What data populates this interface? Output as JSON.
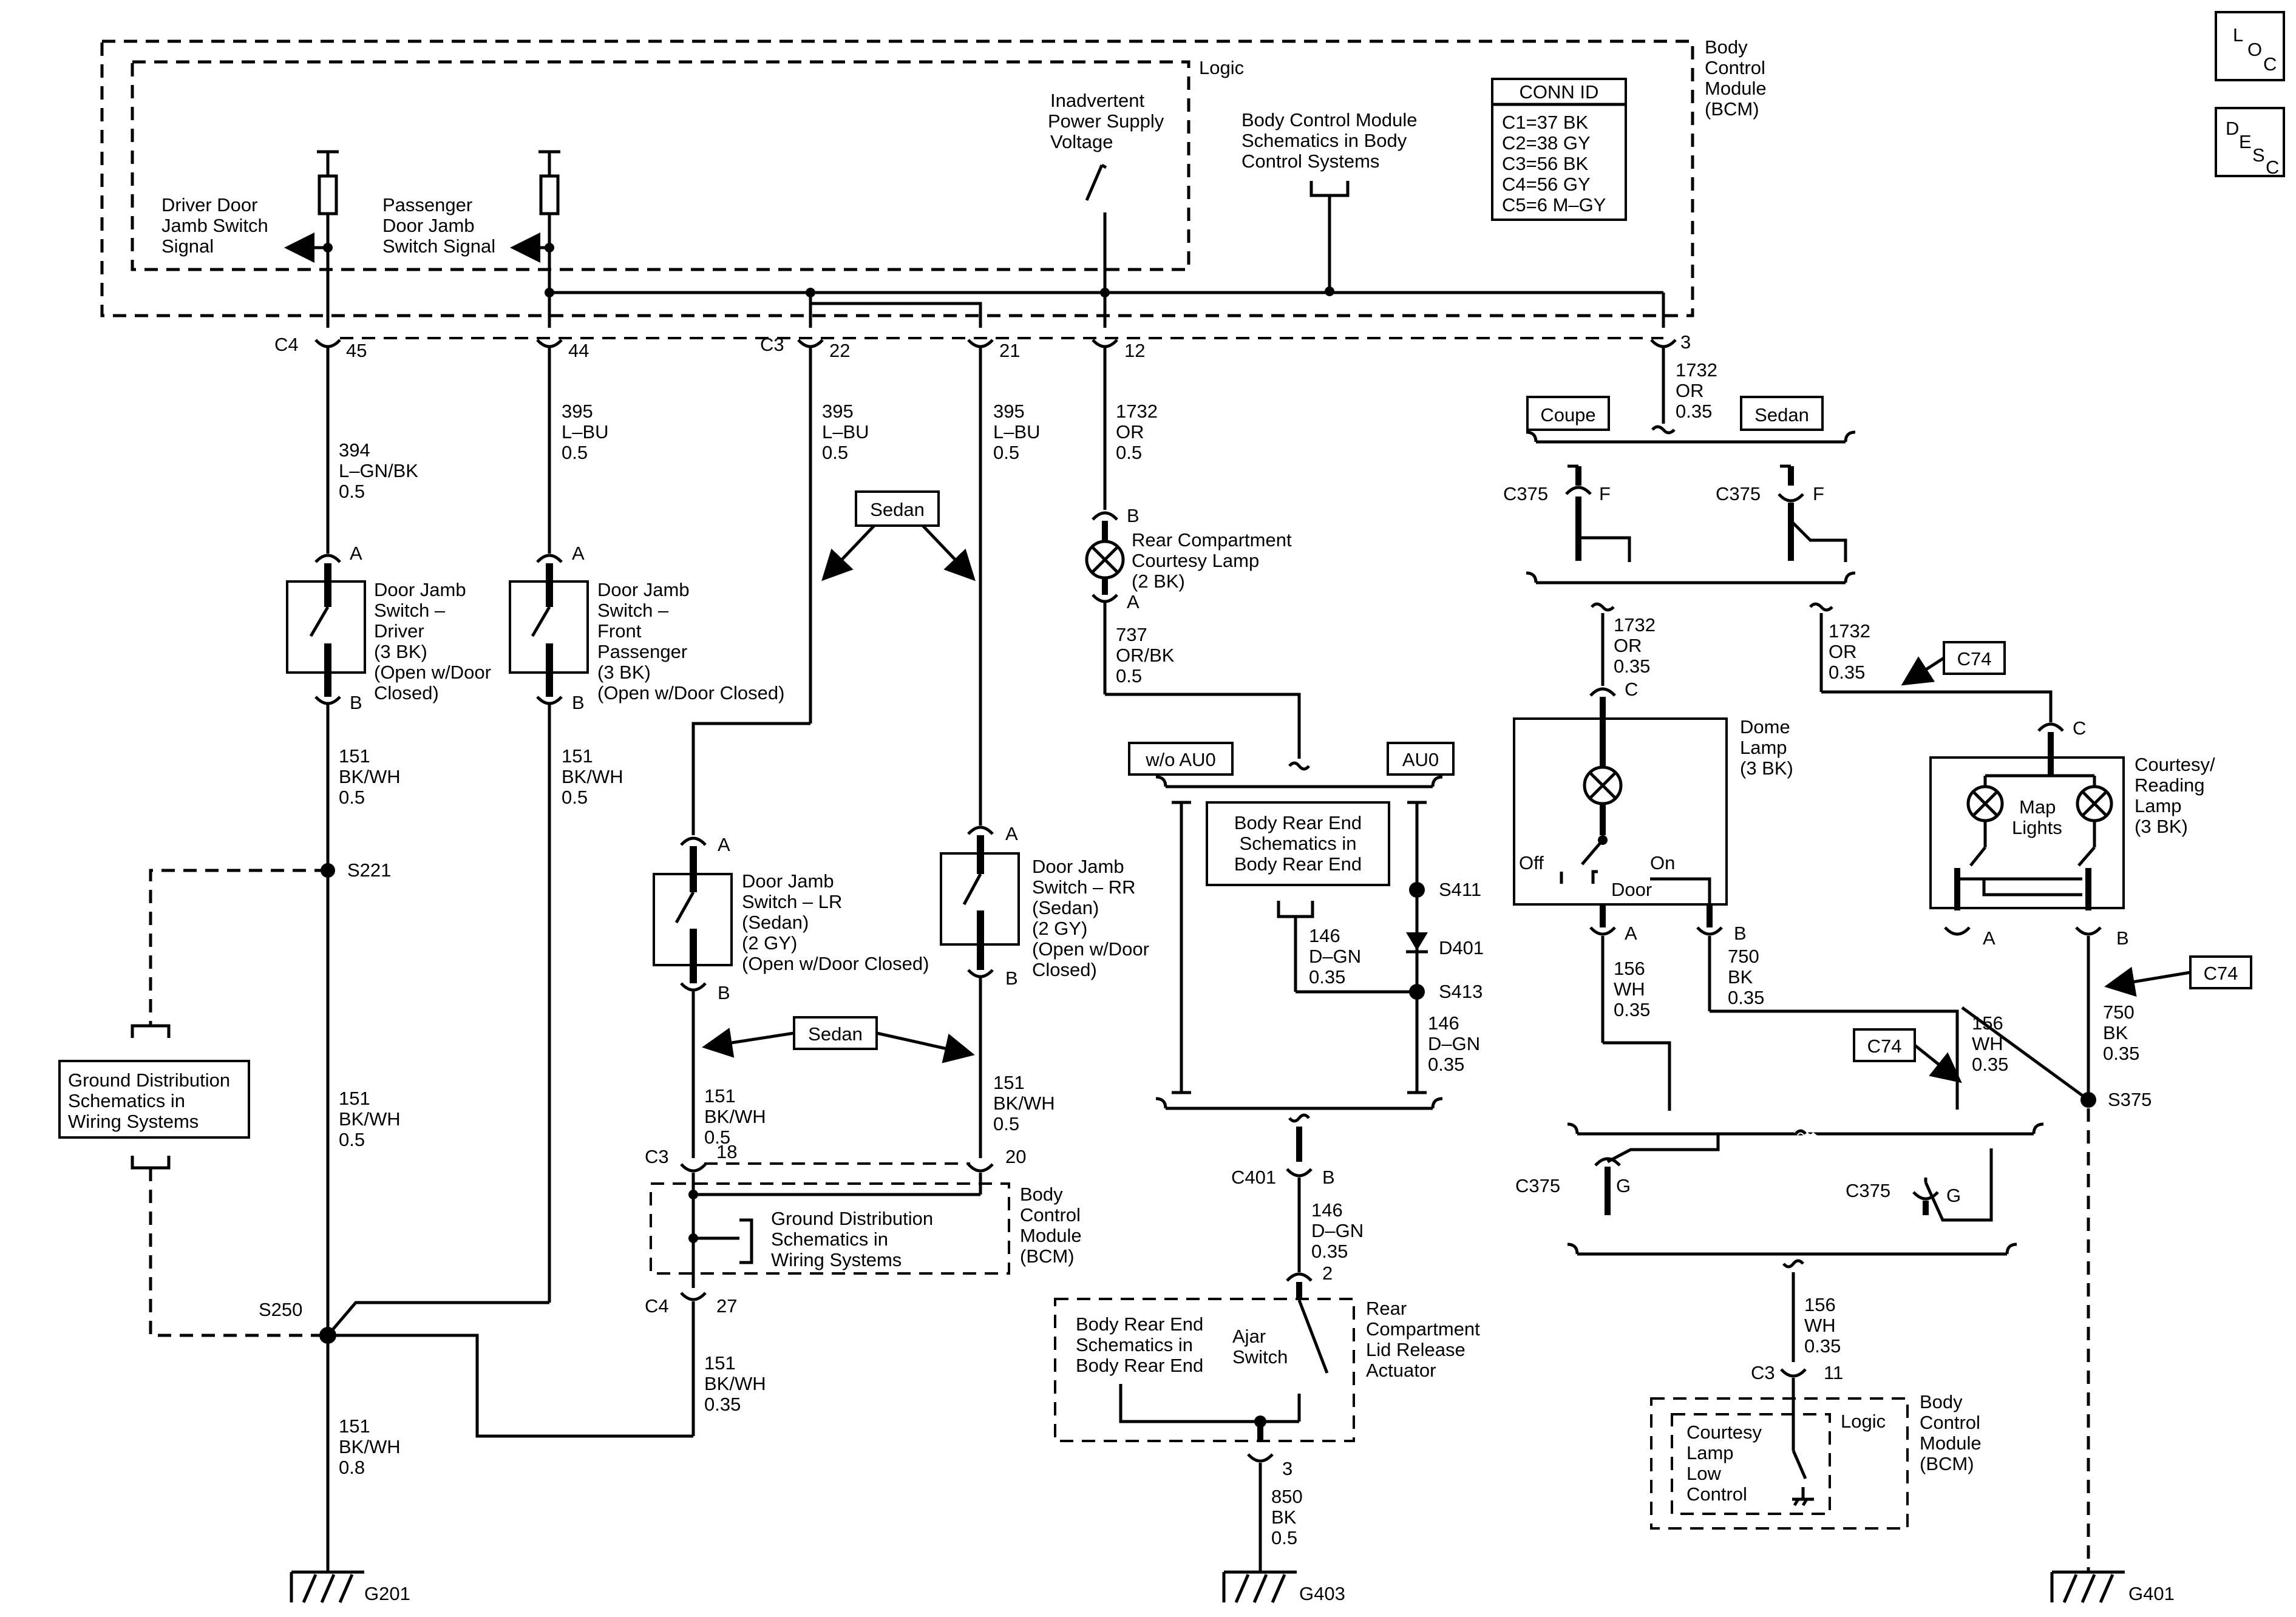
{
  "bcm_top": {
    "label": [
      "Body",
      "Control",
      "Module",
      "(BCM)"
    ],
    "logic": "Logic",
    "driver_signal": [
      "Driver Door",
      "Jamb Switch",
      "Signal"
    ],
    "passenger_signal": [
      "Passenger",
      "Door Jamb",
      "Switch Signal"
    ],
    "inadvertent": [
      "Inadvertent",
      "Power Supply",
      "Voltage"
    ],
    "schematics": [
      "Body Control Module",
      "Schematics in Body",
      "Control Systems"
    ],
    "conn_id": {
      "title": "CONN ID",
      "rows": [
        "C1=37 BK",
        "C2=38 GY",
        "C3=56 BK",
        "C4=56 GY",
        "C5=6 M–GY"
      ]
    }
  },
  "legend_icons": {
    "loc": [
      "L",
      "O",
      "C"
    ],
    "desc": [
      "D",
      "E",
      "S",
      "C"
    ]
  },
  "connectors": {
    "c4": "C4",
    "c3": "C3",
    "pins": [
      "45",
      "44",
      "22",
      "21",
      "12",
      "3"
    ]
  },
  "wires": {
    "w394": [
      "394",
      "L–GN/BK",
      "0.5"
    ],
    "w395a": [
      "395",
      "L–BU",
      "0.5"
    ],
    "w395b": [
      "395",
      "L–BU",
      "0.5"
    ],
    "w395c": [
      "395",
      "L–BU",
      "0.5"
    ],
    "w1732a": [
      "1732",
      "OR",
      "0.5"
    ],
    "w1732b": [
      "1732",
      "OR",
      "0.35"
    ],
    "w151a": [
      "151",
      "BK/WH",
      "0.5"
    ],
    "w151b": [
      "151",
      "BK/WH",
      "0.5"
    ],
    "w151c": [
      "151",
      "BK/WH",
      "0.5"
    ],
    "w151d": [
      "151",
      "BK/WH",
      "0.5"
    ],
    "w151e": [
      "151",
      "BK/WH",
      "0.5"
    ],
    "w151f": [
      "151",
      "BK/WH",
      "0.35"
    ],
    "w151g": [
      "151",
      "BK/WH",
      "0.8"
    ],
    "w737": [
      "737",
      "OR/BK",
      "0.5"
    ],
    "w146a": [
      "146",
      "D–GN",
      "0.35"
    ],
    "w146b": [
      "146",
      "D–GN",
      "0.35"
    ],
    "w146c": [
      "146",
      "D–GN",
      "0.35"
    ],
    "w850": [
      "850",
      "BK",
      "0.5"
    ],
    "w1732c": [
      "1732",
      "OR",
      "0.35"
    ],
    "w1732d": [
      "1732",
      "OR",
      "0.35"
    ],
    "w156a": [
      "156",
      "WH",
      "0.35"
    ],
    "w156b": [
      "156",
      "WH",
      "0.35"
    ],
    "w156c": [
      "156",
      "WH",
      "0.35"
    ],
    "w750a": [
      "750",
      "BK",
      "0.35"
    ],
    "w750b": [
      "750",
      "BK",
      "0.35"
    ]
  },
  "components": {
    "dj_driver": [
      "Door Jamb",
      "Switch –",
      "Driver",
      "(3 BK)",
      "(Open w/Door",
      "Closed)"
    ],
    "dj_pass": [
      "Door Jamb",
      "Switch –",
      "Front",
      "Passenger",
      "(3 BK)",
      "(Open w/Door Closed)"
    ],
    "dj_lr": [
      "Door Jamb",
      "Switch – LR",
      "(Sedan)",
      "(2 GY)",
      "(Open w/Door Closed)"
    ],
    "dj_rr": [
      "Door Jamb",
      "Switch – RR",
      "(Sedan)",
      "(2 GY)",
      "(Open w/Door",
      "Closed)"
    ],
    "rear_lamp": [
      "Rear Compartment",
      "Courtesy Lamp",
      "(2 BK)"
    ],
    "ground_dist_left": [
      "Ground Distribution",
      "Schematics in",
      "Wiring Systems"
    ],
    "ground_dist_mid": [
      "Ground Distribution",
      "Schematics in",
      "Wiring Systems"
    ],
    "bcm_mid": [
      "Body",
      "Control",
      "Module",
      "(BCM)"
    ],
    "body_rear_end_1": [
      "Body Rear End",
      "Schematics in",
      "Body Rear End"
    ],
    "body_rear_end_2": [
      "Body Rear End",
      "Schematics in",
      "Body Rear End"
    ],
    "ajar_switch": [
      "Ajar",
      "Switch"
    ],
    "rear_lid": [
      "Rear",
      "Compartment",
      "Lid Release",
      "Actuator"
    ],
    "dome_lamp": [
      "Dome",
      "Lamp",
      "(3 BK)"
    ],
    "dome_off": "Off",
    "dome_on": "On",
    "dome_door": "Door",
    "courtesy_lamp": [
      "Courtesy/",
      "Reading",
      "Lamp",
      "(3 BK)"
    ],
    "map_lights": [
      "Map",
      "Lights"
    ],
    "courtesy_low": [
      "Courtesy",
      "Lamp",
      "Low",
      "Control"
    ],
    "bcm_bottom": [
      "Body",
      "Control",
      "Module",
      "(BCM)"
    ],
    "logic_bottom": "Logic"
  },
  "options": {
    "sedan": "Sedan",
    "coupe": "Coupe",
    "wo_au0": "w/o AU0",
    "au0": "AU0",
    "c74": "C74"
  },
  "splices": {
    "s221": "S221",
    "s250": "S250",
    "s411": "S411",
    "s413": "S413",
    "s375": "S375",
    "d401": "D401"
  },
  "grounds": {
    "g201": "G201",
    "g403": "G403",
    "g401": "G401"
  },
  "conn_labels": {
    "a": "A",
    "b": "B",
    "c": "C",
    "f": "F",
    "g": "G",
    "c3": "C3",
    "c4": "C4",
    "c375": "C375",
    "c401": "C401",
    "p18": "18",
    "p20": "20",
    "p27": "27",
    "p2": "2",
    "p3": "3",
    "p11": "11"
  }
}
